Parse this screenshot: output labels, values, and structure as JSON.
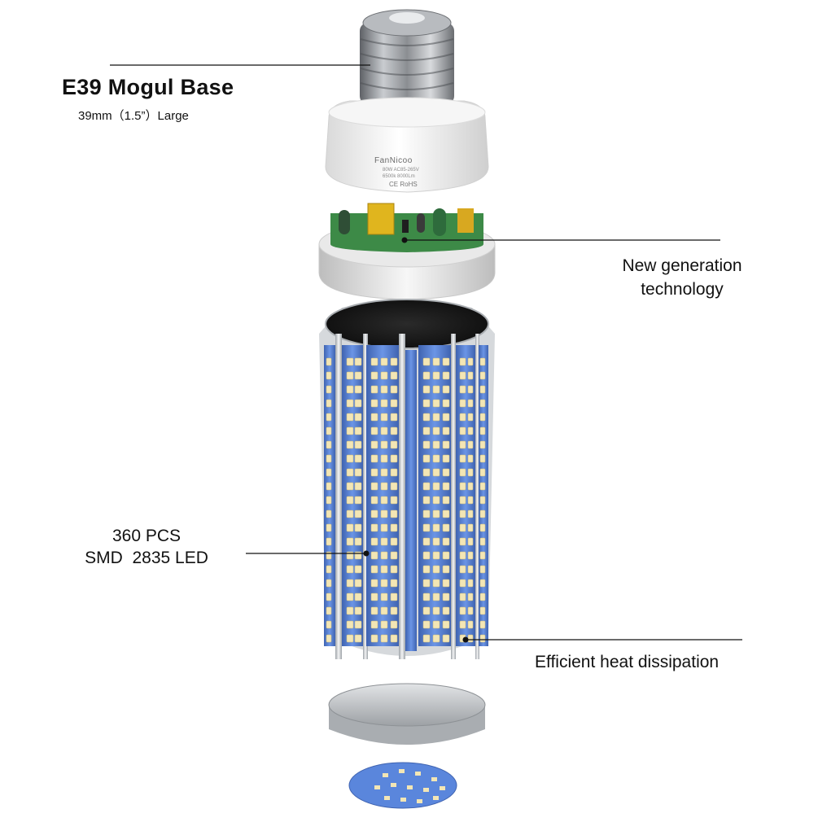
{
  "callouts": {
    "base_title": "E39 Mogul Base",
    "base_subtitle": "39mm（1.5”）Large",
    "driver_line1": "New generation",
    "driver_line2": "technology",
    "led_line1": "360 PCS",
    "led_line2": "SMD  2835 LED",
    "heat": "Efficient heat dissipation"
  },
  "product": {
    "brand": "FanNicoo",
    "spec_line1": "80W AC85-265V",
    "spec_line2": "6500k 8000Lm",
    "cert": "CE  RoHS"
  },
  "colors": {
    "background": "#ffffff",
    "led_board": "#5a86dc",
    "led_chip": "#f3e6b5",
    "heatsink": "#c4c8cc",
    "base_plastic": "#f2f2f2",
    "screw_metal": "#8c8f93",
    "pcb": "#3f8f4a",
    "leader_line": "#111111"
  },
  "icons": {
    "leader_dot": "filled-circle"
  }
}
